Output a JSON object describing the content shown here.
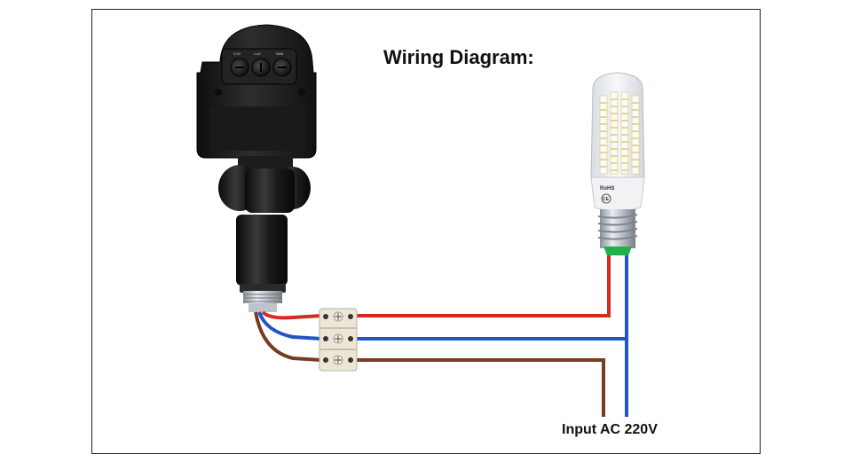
{
  "title": "Wiring Diagram:",
  "input_label": "Input AC 220V",
  "sensor": {
    "knob_labels": [
      "",
      "",
      ""
    ]
  },
  "bulb": {
    "badge_top": "RoHS",
    "badge_bottom": "CE"
  },
  "colors": {
    "red_wire": "#d42a1f",
    "blue_wire": "#1f55c8",
    "brown_wire": "#7a3a22",
    "sensor_body": "#1c1c1c",
    "connector": "#ece6d8",
    "frame": "#222222"
  }
}
